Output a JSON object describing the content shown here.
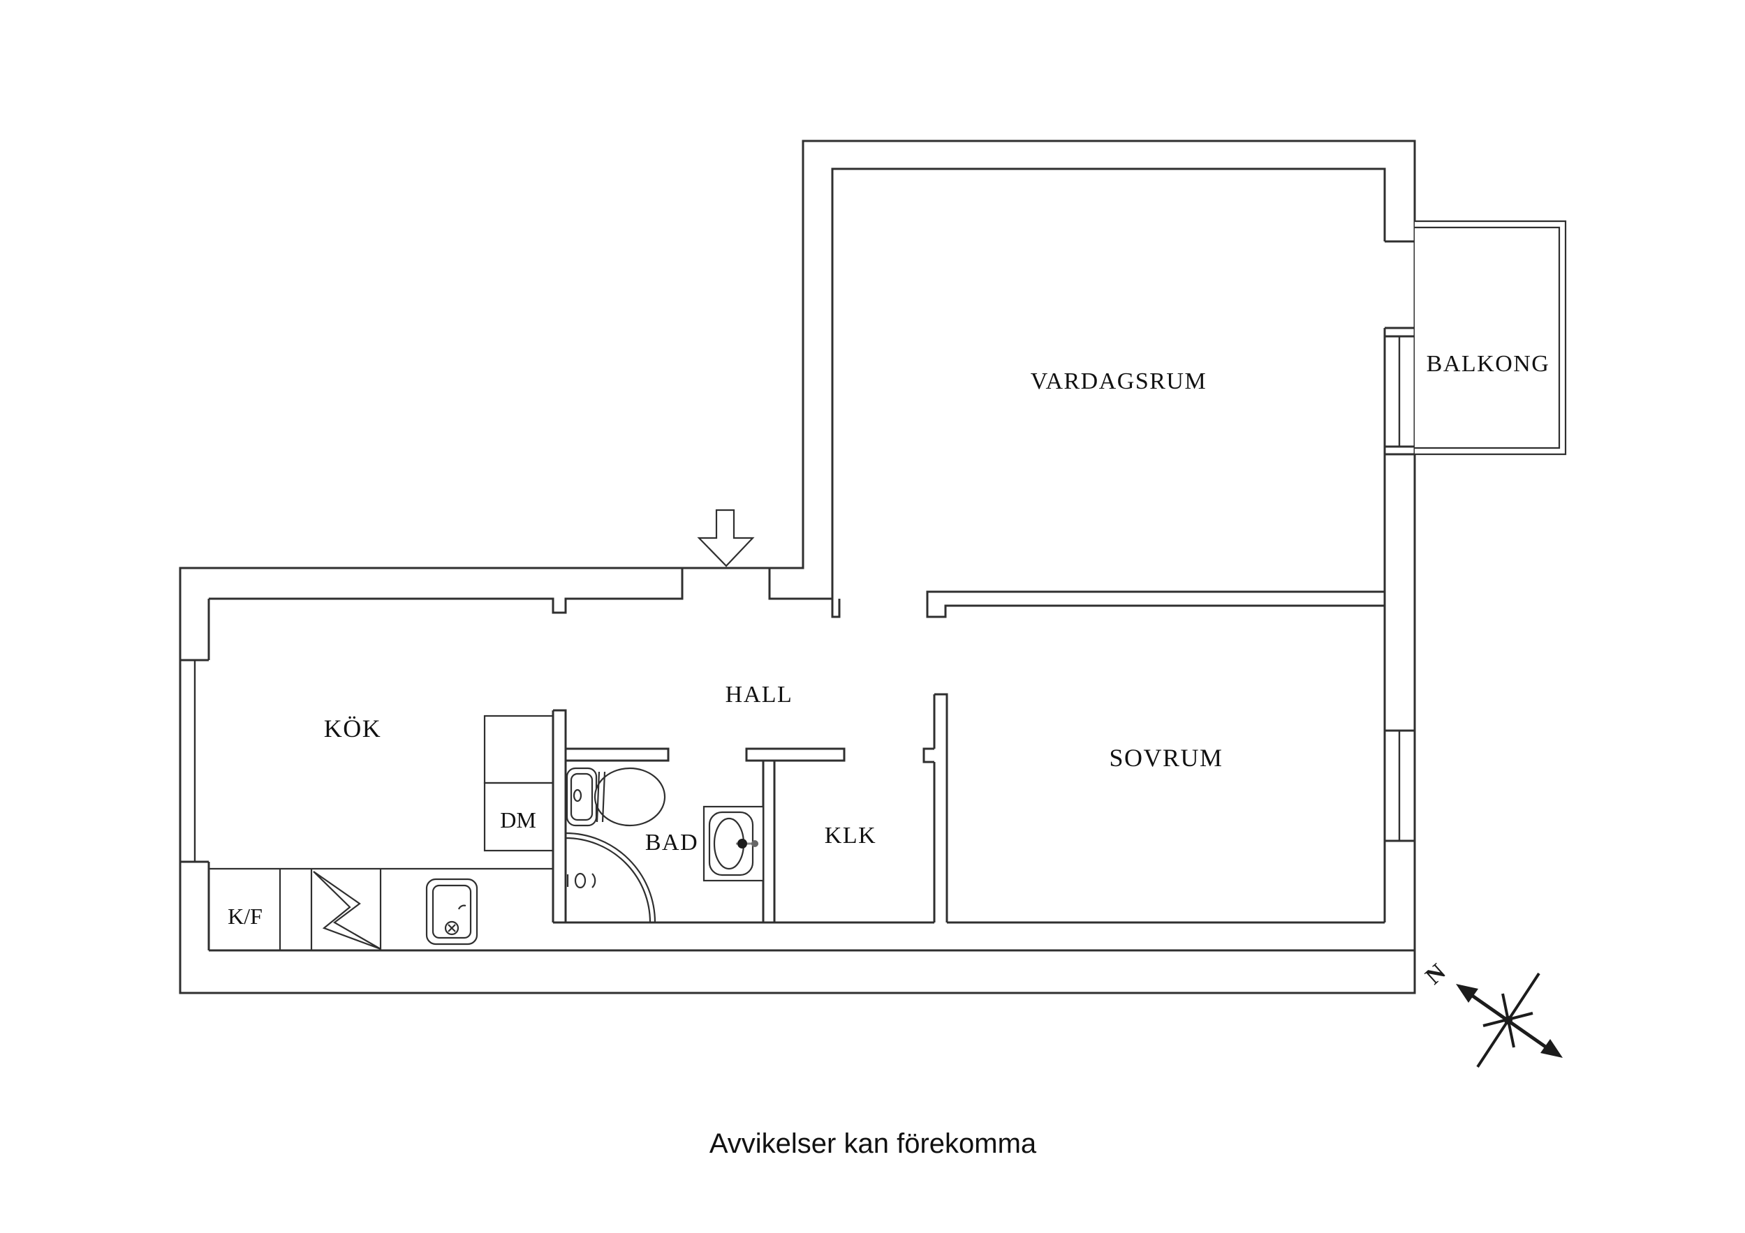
{
  "plan": {
    "rooms": {
      "vardagsrum": {
        "label": "VARDAGSRUM"
      },
      "balkong": {
        "label": "BALKONG"
      },
      "kok": {
        "label": "KÖK"
      },
      "hall": {
        "label": "HALL"
      },
      "bad": {
        "label": "BAD"
      },
      "klk": {
        "label": "KLK"
      },
      "sovrum": {
        "label": "SOVRUM"
      }
    },
    "fixtures": {
      "fridge_freezer": {
        "label": "K/F"
      },
      "dishwasher": {
        "label": "DM"
      }
    },
    "compass": {
      "north_label": "N"
    },
    "caption": "Avvikelser kan förekomma",
    "colors": {
      "background": "#ffffff",
      "line": "#2f2f2f",
      "text": "#111111",
      "compass": "#1c1c1c"
    }
  }
}
